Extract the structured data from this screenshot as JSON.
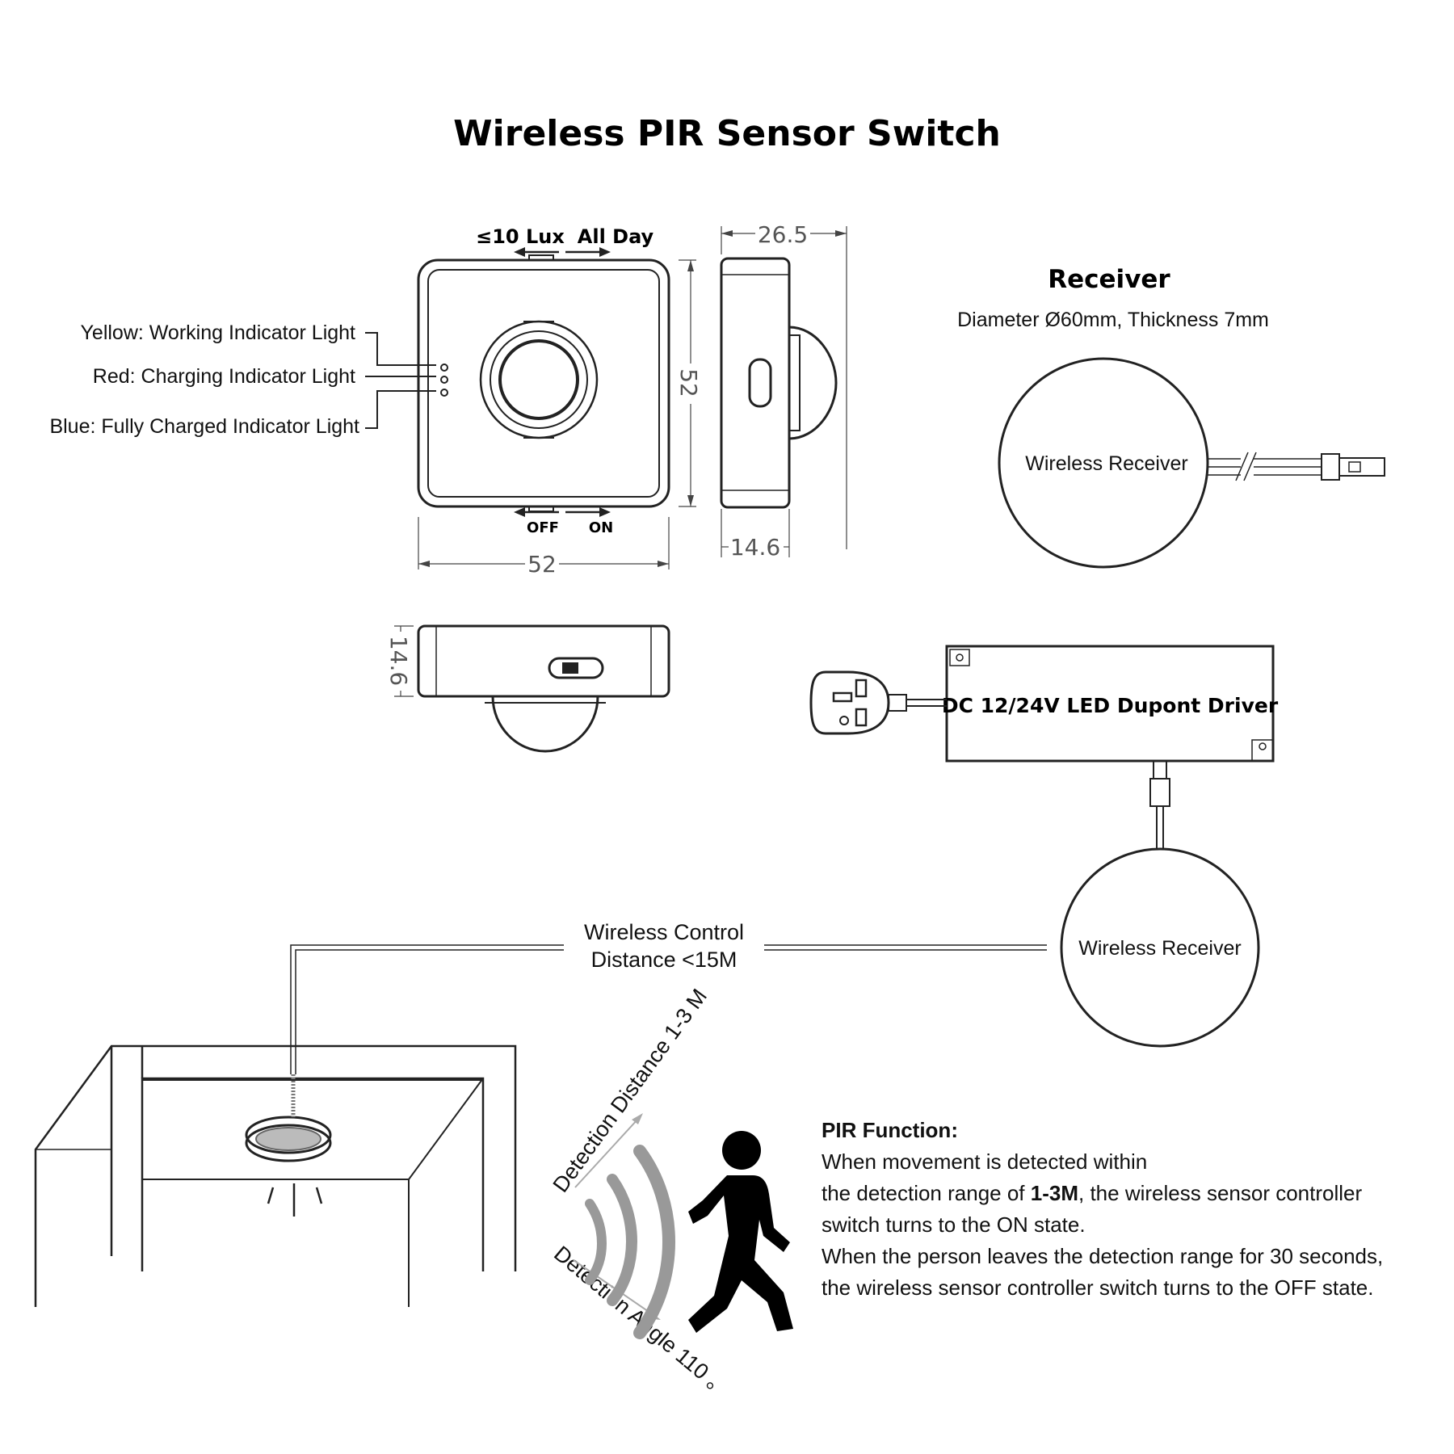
{
  "title": "Wireless PIR Sensor Switch",
  "sensor": {
    "lux_label": "≤10 Lux",
    "allday_label": "All Day",
    "off_label": "OFF",
    "on_label": "ON",
    "indicators": {
      "yellow": "Yellow: Working Indicator Light",
      "red": "Red: Charging Indicator Light",
      "blue": "Blue: Fully Charged Indicator Light"
    },
    "dimensions": {
      "width": "52",
      "height": "52",
      "depth_top": "26.5",
      "depth_side": "14.6",
      "depth_bottom": "14.6"
    }
  },
  "receiver": {
    "heading": "Receiver",
    "spec": "Diameter Ø60mm, Thickness 7mm",
    "label": "Wireless Receiver"
  },
  "driver": {
    "label": "DC 12/24V LED Dupont Driver"
  },
  "wireless": {
    "line1": "Wireless Control",
    "line2": "Distance <15M",
    "receiver_label": "Wireless Receiver"
  },
  "detection": {
    "distance": "Detection Distance 1-3 M",
    "angle": "Detection Angle 110 。"
  },
  "pir": {
    "heading": "PIR Function:",
    "line1": "When movement is detected within",
    "line2_pre": "the detection range of ",
    "line2_bold": "1-3M",
    "line2_post": ", the wireless sensor controller",
    "line3": "switch turns to the ON state.",
    "line4": "When the person leaves the detection range for 30 seconds,",
    "line5": "the wireless sensor controller switch turns to the OFF state."
  }
}
